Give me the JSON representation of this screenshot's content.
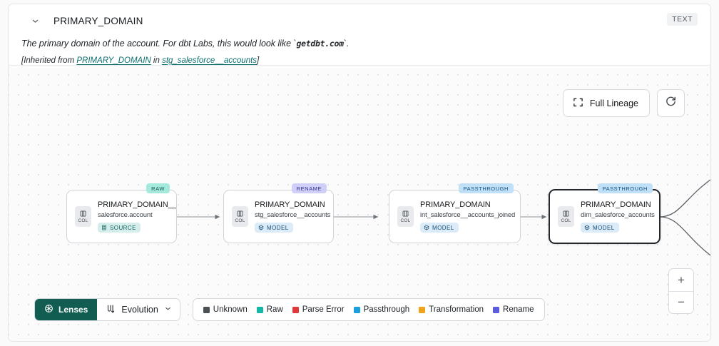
{
  "header": {
    "chevron_icon": "chevron-down-icon",
    "title": "PRIMARY_DOMAIN",
    "type_badge": "TEXT",
    "description_pre": "The primary domain of the account. For dbt Labs, this would look like `",
    "description_code": "getdbt.com",
    "description_post": "`.",
    "inherited_prefix": "[Inherited from ",
    "inherited_link_1": "PRIMARY_DOMAIN",
    "inherited_middle": " in ",
    "inherited_link_2": "stg_salesforce__accounts",
    "inherited_suffix": "]"
  },
  "canvas_controls": {
    "full_lineage_label": "Full Lineage",
    "full_lineage_icon": "expand-corners-icon",
    "refresh_icon": "refresh-icon",
    "zoom_in_label": "+",
    "zoom_out_label": "−"
  },
  "graph": {
    "col_chip_label": "COL",
    "nodes": [
      {
        "tag": "RAW",
        "tag_class": "tag-raw",
        "title": "PRIMARY_DOMAIN__C",
        "subtitle": "salesforce.account",
        "kind": "SOURCE",
        "kind_class": "kind-source",
        "kind_icon": "database-icon",
        "selected": false
      },
      {
        "tag": "RENAME",
        "tag_class": "tag-rename",
        "title": "PRIMARY_DOMAIN",
        "subtitle": "stg_salesforce__accounts",
        "kind": "MODEL",
        "kind_class": "kind-model",
        "kind_icon": "cube-icon",
        "selected": false
      },
      {
        "tag": "PASSTHROUGH",
        "tag_class": "tag-passthrough",
        "title": "PRIMARY_DOMAIN",
        "subtitle": "int_salesforce__accounts_joined",
        "kind": "MODEL",
        "kind_class": "kind-model",
        "kind_icon": "cube-icon",
        "selected": false
      },
      {
        "tag": "PASSTHROUGH",
        "tag_class": "tag-passthrough",
        "title": "PRIMARY_DOMAIN",
        "subtitle": "dim_salesforce_accounts",
        "kind": "MODEL",
        "kind_class": "kind-model",
        "kind_icon": "cube-icon",
        "selected": true
      }
    ]
  },
  "toolbar": {
    "lenses_label": "Lenses",
    "lenses_icon": "aperture-icon",
    "evolution_label": "Evolution",
    "evolution_icon": "evolution-icon",
    "evolution_chevron_icon": "chevron-down-icon"
  },
  "legend": {
    "items": [
      {
        "label": "Unknown",
        "color": "#4a5056"
      },
      {
        "label": "Raw",
        "color": "#13b8a6"
      },
      {
        "label": "Parse Error",
        "color": "#e0383b"
      },
      {
        "label": "Passthrough",
        "color": "#1c9fdd"
      },
      {
        "label": "Transformation",
        "color": "#f0a41a"
      },
      {
        "label": "Rename",
        "color": "#5b5be0"
      }
    ]
  }
}
